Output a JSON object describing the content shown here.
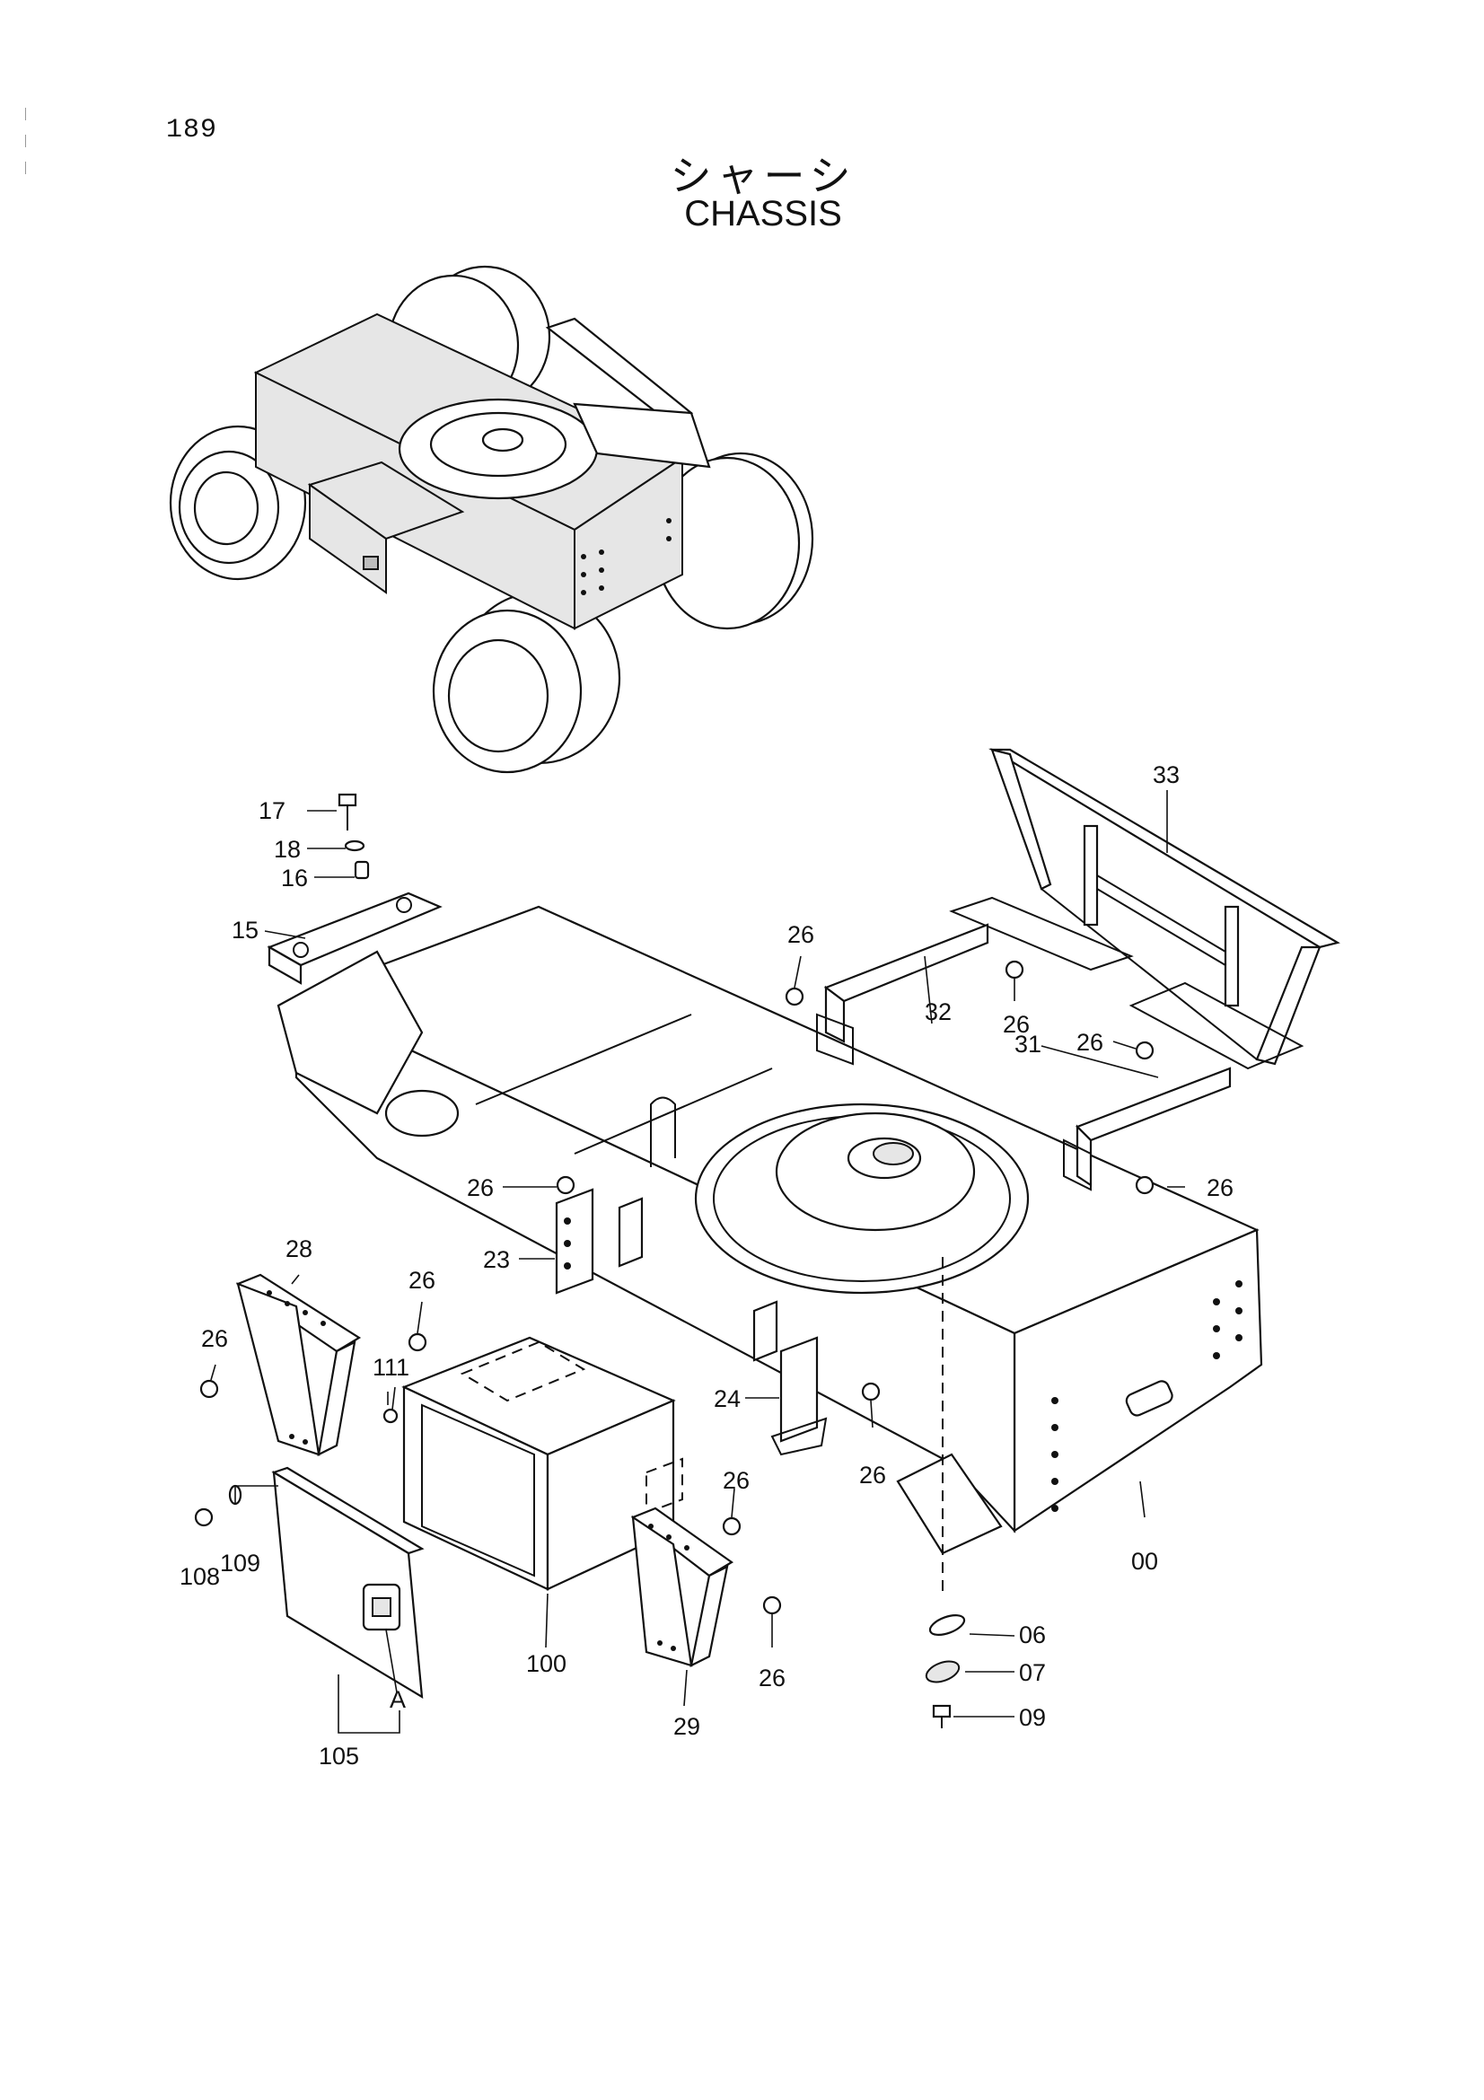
{
  "header": {
    "page_number": "189",
    "title_jp": "シャーシ",
    "title_en": "CHASSIS"
  },
  "callouts": [
    {
      "id": "c17",
      "label": "17"
    },
    {
      "id": "c18",
      "label": "18"
    },
    {
      "id": "c16",
      "label": "16"
    },
    {
      "id": "c15",
      "label": "15"
    },
    {
      "id": "c33",
      "label": "33"
    },
    {
      "id": "c26a",
      "label": "26"
    },
    {
      "id": "c32",
      "label": "32"
    },
    {
      "id": "c26b",
      "label": "26"
    },
    {
      "id": "c26c",
      "label": "26"
    },
    {
      "id": "c31",
      "label": "31"
    },
    {
      "id": "c26d",
      "label": "26"
    },
    {
      "id": "c26e",
      "label": "26"
    },
    {
      "id": "c23",
      "label": "23"
    },
    {
      "id": "c28",
      "label": "28"
    },
    {
      "id": "c26f",
      "label": "26"
    },
    {
      "id": "c26g",
      "label": "26"
    },
    {
      "id": "c111",
      "label": "111"
    },
    {
      "id": "c24",
      "label": "24"
    },
    {
      "id": "c26h",
      "label": "26"
    },
    {
      "id": "c26i",
      "label": "26"
    },
    {
      "id": "c108",
      "label": "108"
    },
    {
      "id": "c109",
      "label": "109"
    },
    {
      "id": "c00",
      "label": "00"
    },
    {
      "id": "c100",
      "label": "100"
    },
    {
      "id": "c06",
      "label": "06"
    },
    {
      "id": "c26j",
      "label": "26"
    },
    {
      "id": "c07",
      "label": "07"
    },
    {
      "id": "cA",
      "label": "A"
    },
    {
      "id": "c29",
      "label": "29"
    },
    {
      "id": "c09",
      "label": "09"
    },
    {
      "id": "c105",
      "label": "105"
    }
  ]
}
